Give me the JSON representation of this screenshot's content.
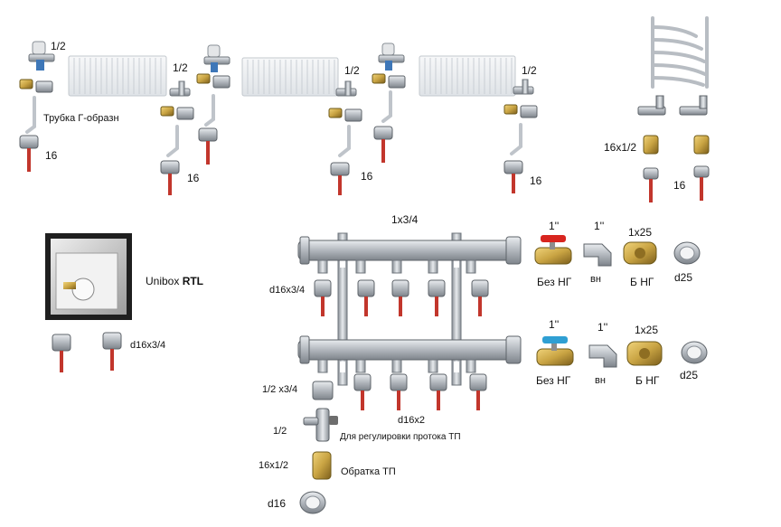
{
  "colors": {
    "metal": "#b9bdc2",
    "metal_dark": "#7f858c",
    "brass": "#c9a443",
    "brass_dark": "#8e6e22",
    "radiator": "#eef0f2",
    "radiator_line": "#c7ccd2",
    "pex": "#c2362c",
    "valve_red": "#d8251f",
    "valve_blue": "#2f9fd3",
    "box_grey": "#d6d6d6"
  },
  "labels": {
    "r1_half": "1/2",
    "r1_half_b": "1/2",
    "r2_half": "1/2",
    "r3_half": "1/2",
    "tube_l": "Трубка Г-образн",
    "r1_16": "16",
    "r1_16_b": "16",
    "r2_16": "16",
    "r3_16": "16",
    "towel_16x12": "16x1/2",
    "towel_16": "16",
    "manifold_top": "1x3/4",
    "v1_size": "1''",
    "v1_elbow": "1''",
    "v1_tee": "1x25",
    "v1_label": "Без НГ",
    "v1_elbow_lbl": "вн",
    "v1_tee_lbl": "Б НГ",
    "v1_ring": "d25",
    "v2_size": "1''",
    "v2_elbow": "1''",
    "v2_tee": "1x25",
    "v2_label": "Без НГ",
    "v2_elbow_lbl": "вн",
    "v2_tee_lbl": "Б НГ",
    "v2_ring": "d25",
    "unibox_a": "Unibox ",
    "unibox_b": "RTL",
    "unibox_fit": "d16x3/4",
    "man_fit": "d16x3/4",
    "man_d16x2": "d16x2",
    "adapter": "1/2 x3/4",
    "reg_size": "1/2",
    "reg_label": "Для регулировки протока ТП",
    "ret_size": "16x1/2",
    "ret_label": "Обратка ТП",
    "ring_d16": "d16"
  }
}
